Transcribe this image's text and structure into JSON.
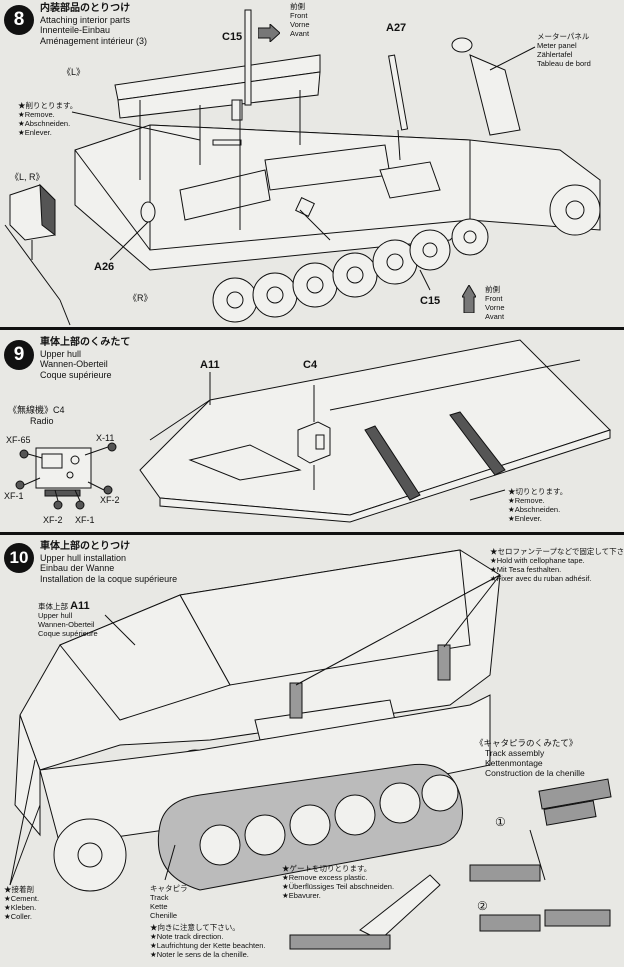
{
  "step8": {
    "num": "8",
    "title_jp": "内装部品のとりつけ",
    "title_en": "Attaching interior parts",
    "title_de": "Innenteile-Einbau",
    "title_fr": "Aménagement intérieur (3)",
    "front_jp": "前側",
    "front_en": "Front",
    "front_de": "Vorne",
    "front_fr": "Avant",
    "part_c15": "C15",
    "part_a27": "A27",
    "meter_jp": "メーターパネル",
    "meter_en": "Meter panel",
    "meter_de": "Zählertafel",
    "meter_fr": "Tableau de bord",
    "left_mark": "《L》",
    "lr_mark": "《L, R》",
    "right_mark": "《R》",
    "remove_jp": "★削りとります。",
    "remove_en": "★Remove.",
    "remove_de": "★Abschneiden.",
    "remove_fr": "★Enlever.",
    "part_a26": "A26",
    "part_c15_b": "C15",
    "front2_jp": "前側",
    "front2_en": "Front",
    "front2_de": "Vorne",
    "front2_fr": "Avant"
  },
  "step9": {
    "num": "9",
    "title_jp": "車体上部のくみたて",
    "title_en": "Upper hull",
    "title_de": "Wannen-Oberteil",
    "title_fr": "Coque supérieure",
    "part_a11": "A11",
    "part_c4": "C4",
    "radio_jp": "《無線機》C4",
    "radio_en": "Radio",
    "xf65": "XF-65",
    "x11": "X-11",
    "xf1a": "XF-1",
    "xf2a": "XF-2",
    "xf2b": "XF-2",
    "xf1b": "XF-1",
    "cut_jp": "★切りとります。",
    "cut_en": "★Remove.",
    "cut_de": "★Abschneiden.",
    "cut_fr": "★Enlever."
  },
  "step10": {
    "num": "10",
    "title_jp": "車体上部のとりつけ",
    "title_en": "Upper hull installation",
    "title_de": "Einbau der Wanne",
    "title_fr": "Installation de la coque supérieure",
    "tape_jp": "★セロファンテープなどで固定して下さい。",
    "tape_en": "★Hold with cellophane tape.",
    "tape_de": "★Mit Tesa festhalten.",
    "tape_fr": "★Fixer avec du ruban adhésif.",
    "hull_jp": "車体上部",
    "hull_part": "A11",
    "hull_en": "Upper hull",
    "hull_de": "Wannen-Oberteil",
    "hull_fr": "Coque supérieure",
    "track_asm_jp": "《キャタピラのくみたて》",
    "track_asm_en": "Track assembly",
    "track_asm_de": "Kettenmontage",
    "track_asm_fr": "Construction de la chenille",
    "circle1": "①",
    "circle2": "②",
    "cement_jp": "★接着剤",
    "cement_en": "★Cement.",
    "cement_de": "★Kleben.",
    "cement_fr": "★Coller.",
    "track_jp": "キャタピラ",
    "track_en": "Track",
    "track_de": "Kette",
    "track_fr": "Chenille",
    "dir_jp": "★向きに注意して下さい。",
    "dir_en": "★Note track direction.",
    "dir_de": "★Laufrichtung der Kette beachten.",
    "dir_fr": "★Noter le sens de la chenille.",
    "gate_jp": "★ゲートを切りとります。",
    "gate_en": "★Remove excess plastic.",
    "gate_de": "★Überflüssiges Teil abschneiden.",
    "gate_fr": "★Ebavurer."
  }
}
